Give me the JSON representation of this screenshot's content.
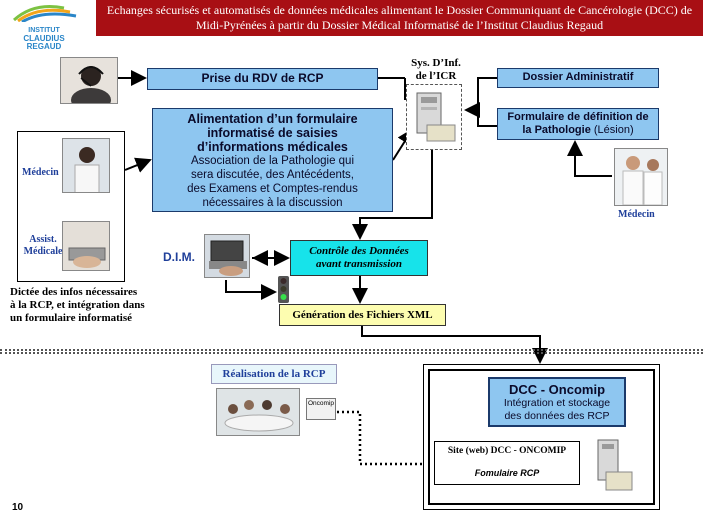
{
  "header": {
    "logo_line1": "INSTITUT",
    "logo_line2": "CLAUDIUS",
    "logo_line3": "REGAUD",
    "title_line1": "Echanges sécurisés et automatisés de données médicales alimentant le Dossier Communiquant de Cancérologie (DCC) de",
    "title_line2": "Midi-Pyrénées à partir du Dossier Médical Informatisé de l’Institut Claudius Regaud"
  },
  "boxes": {
    "rdv": "Prise du RDV de RCP",
    "alim_title_1": "Alimentation d’un formulaire",
    "alim_title_2": "informatisé de saisies",
    "alim_title_3": "d’informations médicales",
    "alim_body_1": "Association de la Pathologie qui",
    "alim_body_2": "sera discutée, des Antécédents,",
    "alim_body_3": "des Examens et Comptes-rendus",
    "alim_body_4": "nécessaires à la discussion",
    "sys_inf_1": "Sys. D’Inf.",
    "sys_inf_2": "de l’ICR",
    "dossier_admin": "Dossier Administratif",
    "form_def_1": "Formulaire de définition de",
    "form_def_2": "la Pathologie",
    "form_def_3": "(Lésion)",
    "controle_1": "Contrôle des Données",
    "controle_2": "avant transmission",
    "generation": "Génération des Fichiers XML",
    "realisation": "Réalisation  de la RCP",
    "dcc_title": "DCC - Oncomip",
    "dcc_body_1": "Intégration et stockage",
    "dcc_body_2": "des données des RCP",
    "site_web": "Site (web) DCC - ONCOMIP",
    "formulaire_rcp": "Fomulaire RCP",
    "oncomip_tag": "Oncomip"
  },
  "labels": {
    "medecin_left": "Médecin",
    "assist_1": "Assist.",
    "assist_2": "Médicale",
    "dictee_1": "Dictée des infos nécessaires",
    "dictee_2": "à la RCP, et intégration dans",
    "dictee_3": "un formulaire informatisé",
    "dim": "D.I.M.",
    "medecin_right": "Médecin"
  },
  "footer": {
    "page_number": "10"
  },
  "colors": {
    "header_red": "#a80f14",
    "blue_box": "#8ec6f0",
    "cyan_box": "#17e3ea",
    "yellow_box": "#fdfdb0",
    "label_blue": "#1f3f9a"
  }
}
